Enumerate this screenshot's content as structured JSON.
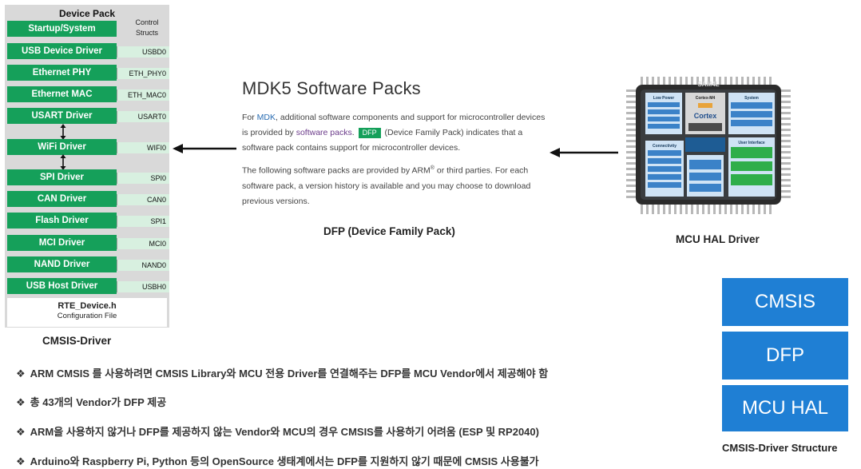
{
  "device_pack": {
    "title": "Device Pack",
    "control_label": [
      "Control",
      "Structs"
    ],
    "startup_label": "Startup/System",
    "drivers": [
      {
        "label": "USB Device Driver",
        "code": "USBD0"
      },
      {
        "label": "Ethernet PHY",
        "code": "ETH_PHY0"
      },
      {
        "label": "Ethernet MAC",
        "code": "ETH_MAC0"
      },
      {
        "label": "USART Driver",
        "code": "USART0"
      },
      {
        "label": "WiFi Driver",
        "code": "WIFI0"
      },
      {
        "label": "SPI Driver",
        "code": "SPI0"
      },
      {
        "label": "CAN Driver",
        "code": "CAN0"
      },
      {
        "label": "Flash Driver",
        "code": "SPI1"
      },
      {
        "label": "MCI Driver",
        "code": "MCI0"
      },
      {
        "label": "NAND Driver",
        "code": "NAND0"
      },
      {
        "label": "USB Host Driver",
        "code": "USBH0"
      }
    ],
    "rte_title": "RTE_Device.h",
    "rte_subtitle": "Configuration File",
    "caption": "CMSIS-Driver"
  },
  "mdk": {
    "title": "MDK5 Software Packs",
    "p1_a": "For ",
    "p1_mdk": "MDK",
    "p1_b": ", additional software components and support for microcontroller devices is provided by ",
    "p1_link": "software packs",
    "p1_c": ". ",
    "p1_badge": "DFP",
    "p1_d": " (Device Family Pack) indicates that a software pack contains support for microcontroller devices.",
    "p2_a": "The following software packs are provided by ARM",
    "p2_reg": "®",
    "p2_b": " or third parties. For each software pack, a version history is available and you may choose to download previous versions.",
    "caption": "DFP (Device Family Pack)"
  },
  "chip": {
    "name": "SAM4L",
    "caption": "MCU HAL Driver",
    "blocks": {
      "low_power": "Low Power",
      "core": "Cortex-M4",
      "cortex": "Cortex",
      "system": "System",
      "connectivity": "Connectivity",
      "user_interface": "User Interface"
    }
  },
  "structure": {
    "boxes": [
      "CMSIS",
      "DFP",
      "MCU HAL"
    ],
    "caption": "CMSIS-Driver Structure",
    "box_color": "#1f7fd4"
  },
  "bullets": [
    "ARM CMSIS 를 사용하려면 CMSIS Library와 MCU 전용 Driver를 연결해주는 DFP를 MCU Vendor에서 제공해야 함",
    "총 43개의 Vendor가 DFP 제공",
    "ARM을 사용하지 않거나 DFP를 제공하지 않는 Vendor와 MCU의 경우 CMSIS를 사용하기 어려움 (ESP 및 RP2040)",
    "Arduino와 Raspberry Pi, Python 등의 OpenSource 생태계에서는 DFP를 지원하지 않기 때문에 CMSIS 사용불가"
  ],
  "colors": {
    "driver_green": "#15a05a",
    "code_bg": "#d8f0e0",
    "panel_gray": "#d9d9d9"
  }
}
